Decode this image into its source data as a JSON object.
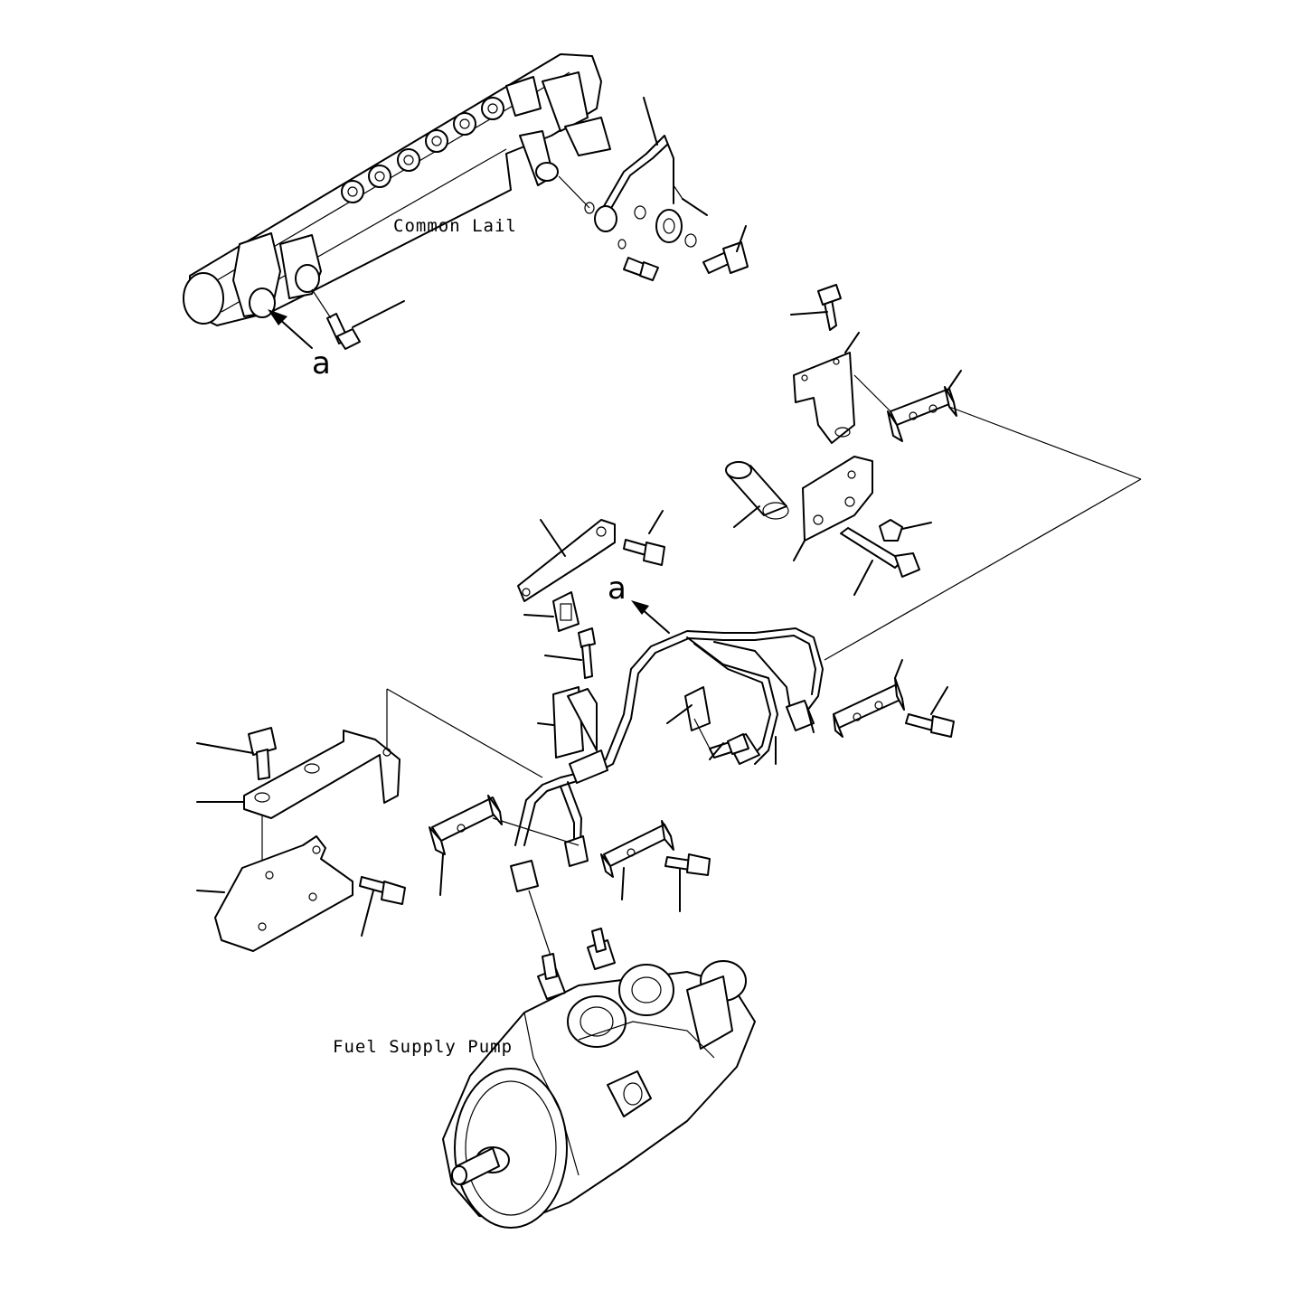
{
  "labels": {
    "common_rail": "Common Lail",
    "fuel_supply_pump": "Fuel Supply Pump",
    "view_arrow_top": "a",
    "view_arrow_mid": "a"
  },
  "icons": [
    "bolt-icon",
    "bracket-icon",
    "clamp-icon",
    "fuel-pipe-icon",
    "arrow-icon"
  ]
}
